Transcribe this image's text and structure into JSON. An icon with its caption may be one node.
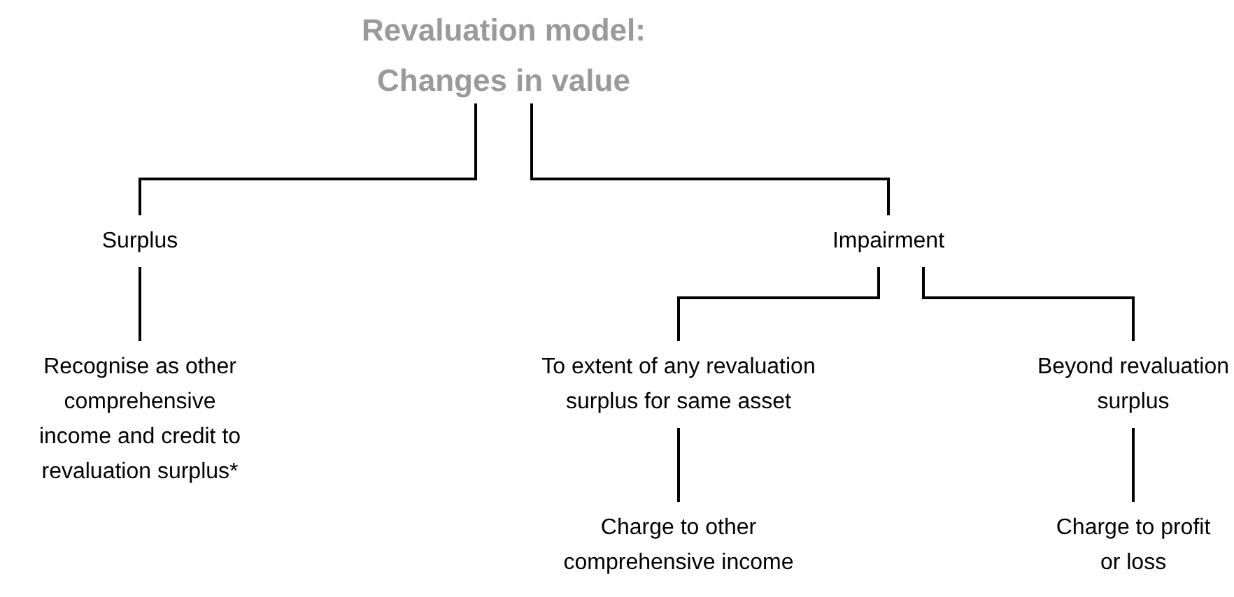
{
  "diagram": {
    "nodes": [
      {
        "text": [
          "Revaluation model: Changes in value"
        ]
      },
      {
        "text": [
          "Surplus"
        ]
      },
      {
        "text": [
          "Impairment"
        ]
      },
      {
        "text": [
          "Recognise as other comprehensive income and credit to revaluation surplus*"
        ]
      },
      {
        "text": [
          "To extent of any revaluation surplus for same asset"
        ]
      },
      {
        "text": [
          "Beyond revaluation surplus"
        ]
      },
      {
        "text": [
          "Charge to other comprehensive income"
        ]
      },
      {
        "text": [
          "Charge to profit or loss"
        ]
      }
    ],
    "edges": [
      {
        "from": 0,
        "to": 1,
        "arrow": "none"
      },
      {
        "from": 0,
        "to": 2,
        "arrow": "none"
      },
      {
        "from": 1,
        "to": 3,
        "arrow": "none"
      },
      {
        "from": 2,
        "to": 4,
        "arrow": "none"
      },
      {
        "from": 2,
        "to": 5,
        "arrow": "none"
      },
      {
        "from": 4,
        "to": 6,
        "arrow": "none"
      },
      {
        "from": 5,
        "to": 7,
        "arrow": "none"
      }
    ]
  }
}
